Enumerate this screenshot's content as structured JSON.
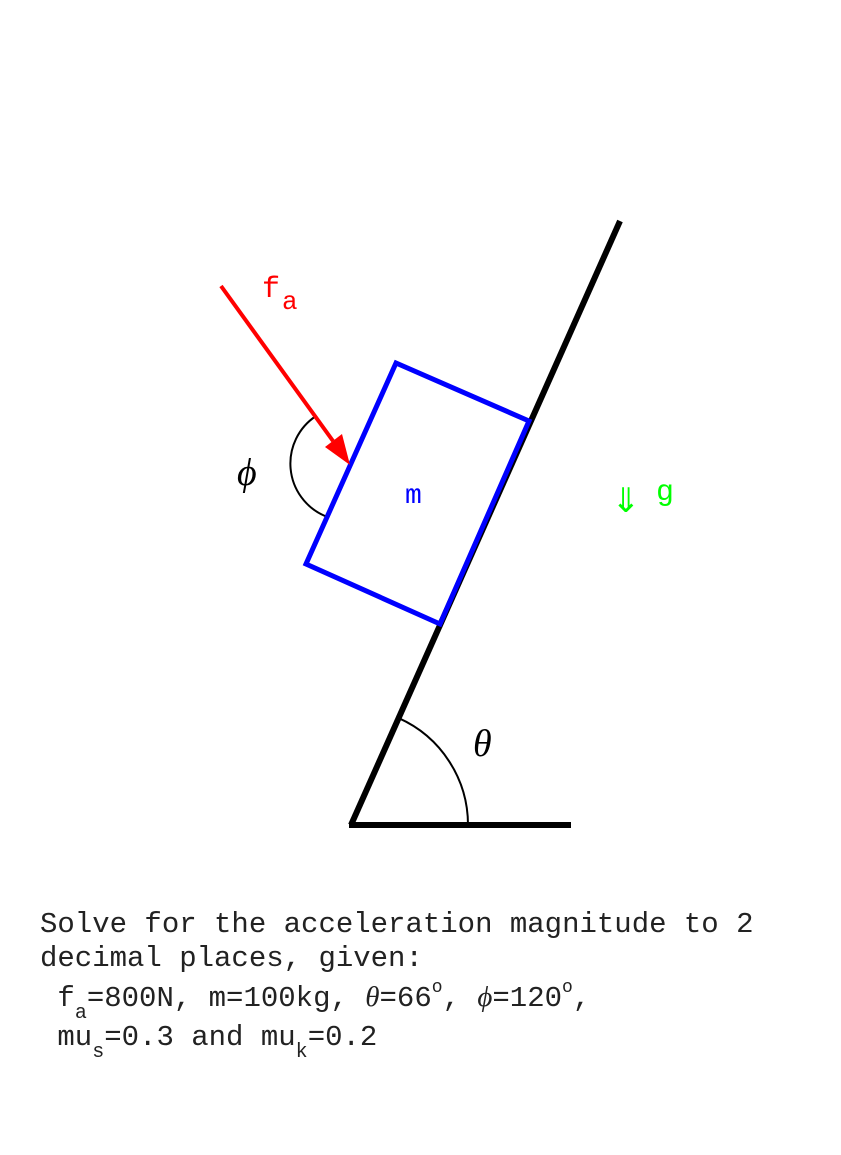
{
  "diagram": {
    "force_label": "f",
    "force_sub": "a",
    "mass_label": "m",
    "gravity_arrow": "⇓",
    "gravity_label": "g",
    "phi_label": "ϕ",
    "theta_label": "θ",
    "incline_angle_deg": 66,
    "force_angle_deg": 120,
    "colors": {
      "force": "#ff0000",
      "block": "#0000ff",
      "gravity": "#00ff00",
      "incline": "#000000"
    }
  },
  "problem": {
    "line1": "Solve for the acceleration magnitude to 2",
    "line2": "decimal places, given:",
    "fa_prefix": " f",
    "fa_sub": "a",
    "fa_value": "=800N, m=100kg, ",
    "theta": "θ",
    "theta_value": "=66",
    "deg1": "o",
    "sep": ", ",
    "phi": "ϕ",
    "phi_value": "=120",
    "deg2": "o",
    "end1": ",",
    "mu_prefix": " mu",
    "mus_sub": "s",
    "mus_value": "=0.3 and mu",
    "muk_sub": "k",
    "muk_value": "=0.2"
  }
}
